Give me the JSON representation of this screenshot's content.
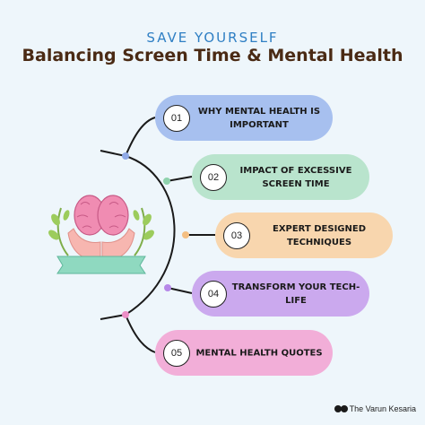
{
  "header": {
    "eyebrow": "SAVE YOURSELF",
    "title": "Balancing Screen Time & Mental Health"
  },
  "steps": [
    {
      "number": "01",
      "label": "WHY MENTAL HEALTH IS IMPORTANT",
      "color": "#a7c0ef"
    },
    {
      "number": "02",
      "label": "IMPACT OF EXCESSIVE SCREEN TIME",
      "color": "#b9e4cd"
    },
    {
      "number": "03",
      "label": "EXPERT DESIGNED TECHNIQUES",
      "color": "#f8d6ae"
    },
    {
      "number": "04",
      "label": "TRANSFORM YOUR TECH-LIFE",
      "color": "#cba9ee"
    },
    {
      "number": "05",
      "label": "MENTAL HEALTH QUOTES",
      "color": "#f2aed8"
    }
  ],
  "illustration": {
    "icon": "brain-in-hands-icon"
  },
  "brand": {
    "name": "The Varun Kesaria",
    "icon": "logo-circles-icon"
  }
}
